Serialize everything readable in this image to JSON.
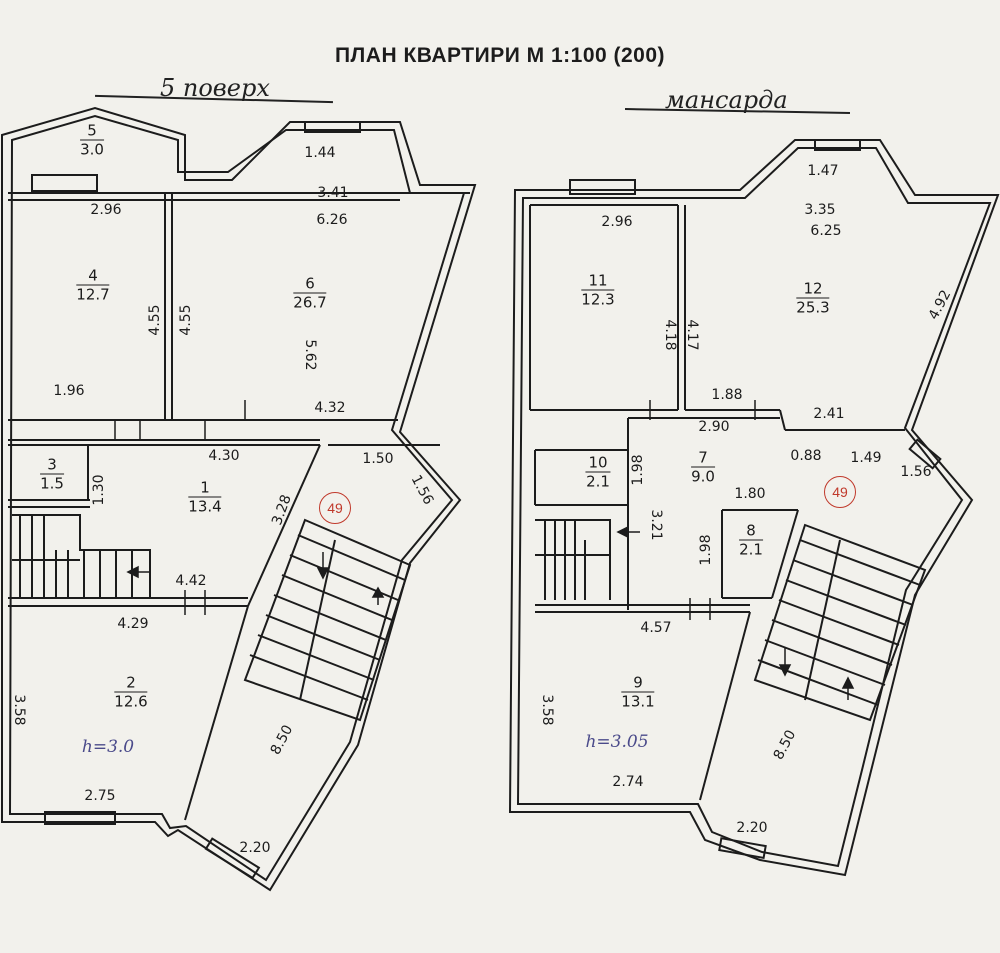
{
  "title": "ПЛАН КВАРТИРИ М 1:100 (200)",
  "floors": [
    {
      "name": "5 поверх",
      "height": "h=3.0",
      "stamp": "49"
    },
    {
      "name": "мансарда",
      "height": "h=3.05",
      "stamp": "49"
    }
  ],
  "rooms": [
    {
      "number": "5",
      "area": "3.0"
    },
    {
      "number": "4",
      "area": "12.7"
    },
    {
      "number": "6",
      "area": "26.7"
    },
    {
      "number": "3",
      "area": "1.5"
    },
    {
      "number": "1",
      "area": "13.4"
    },
    {
      "number": "2",
      "area": "12.6"
    },
    {
      "number": "11",
      "area": "12.3"
    },
    {
      "number": "12",
      "area": "25.3"
    },
    {
      "number": "10",
      "area": "2.1"
    },
    {
      "number": "7",
      "area": "9.0"
    },
    {
      "number": "8",
      "area": "2.1"
    },
    {
      "number": "9",
      "area": "13.1"
    }
  ],
  "dimensions": [
    "1.44",
    "2.96",
    "3.41",
    "6.26",
    "4.55",
    "4.55",
    "5.62",
    "1.96",
    "4.32",
    "4.30",
    "1.50",
    "1.56",
    "1.30",
    "3.28",
    "4.42",
    "4.29",
    "3.58",
    "2.75",
    "8.50",
    "2.20",
    "1.47",
    "2.96",
    "3.35",
    "6.25",
    "4.18",
    "4.17",
    "4.92",
    "1.88",
    "2.90",
    "2.41",
    "0.88",
    "1.49",
    "1.56",
    "1.98",
    "3.21",
    "1.80",
    "1.98",
    "4.57",
    "3.58",
    "2.74",
    "8.50",
    "2.20"
  ]
}
